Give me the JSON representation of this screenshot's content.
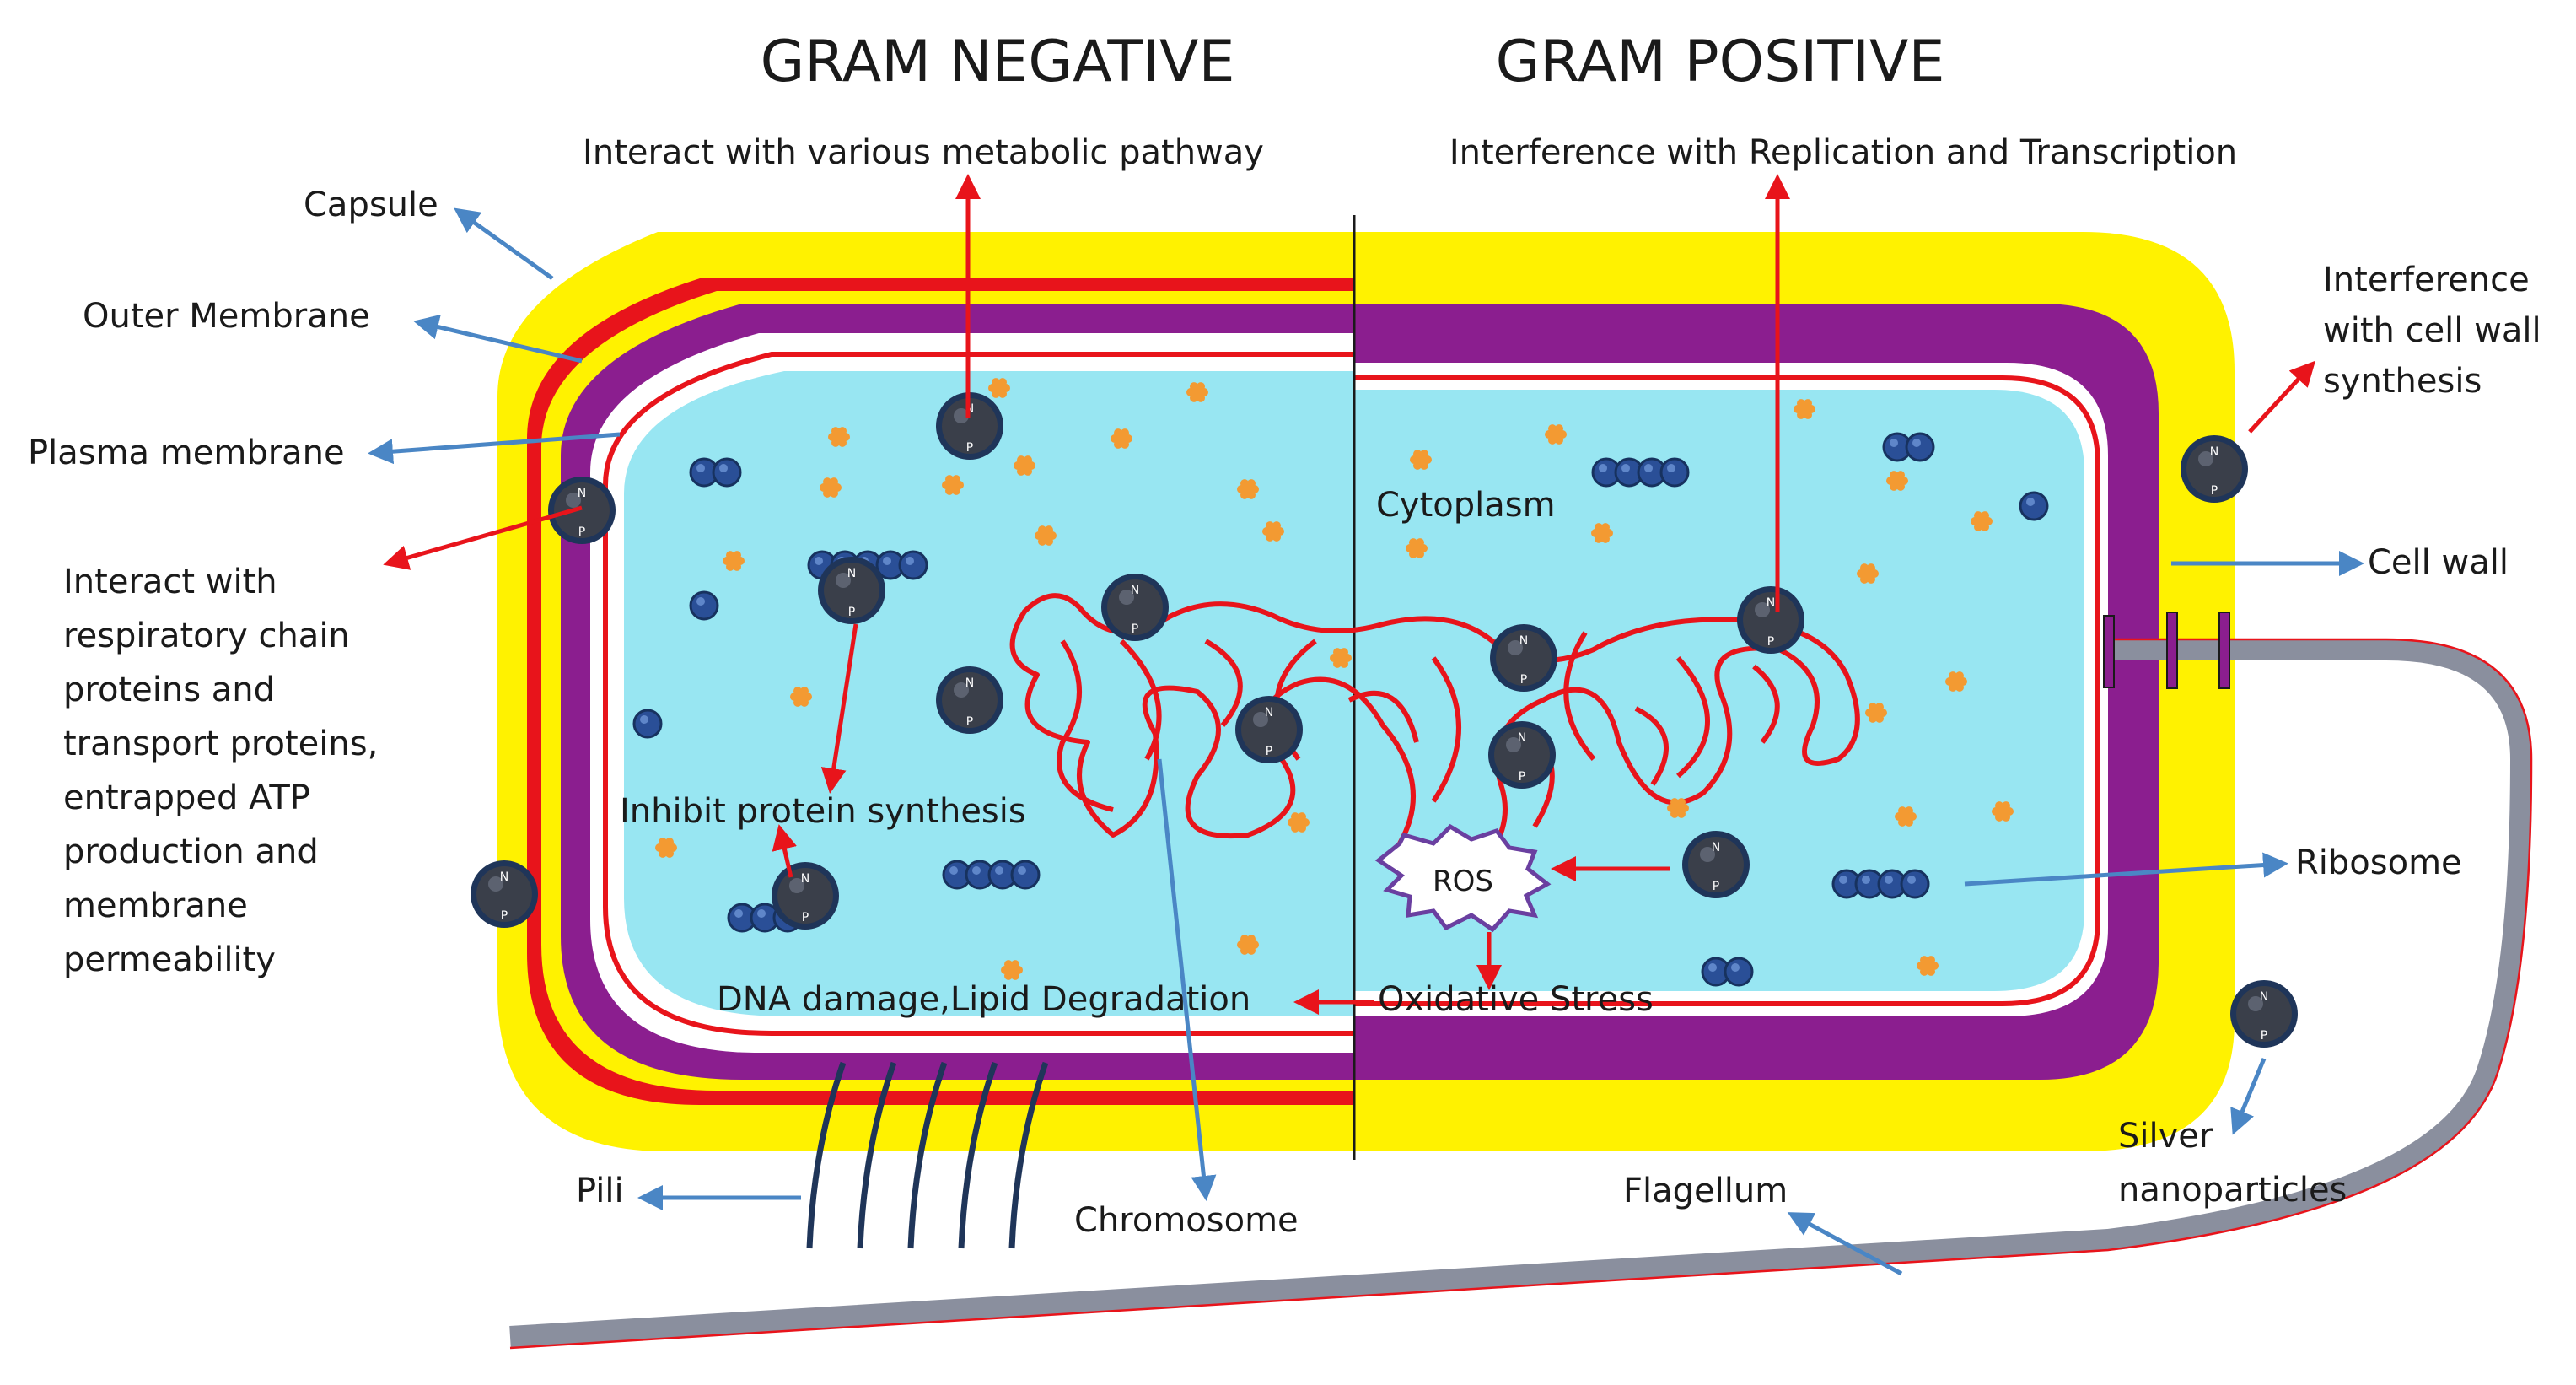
{
  "titles": {
    "gram_negative": "GRAM NEGATIVE",
    "gram_positive": "GRAM POSITIVE"
  },
  "effects": {
    "metabolic": "Interact with various metabolic pathway",
    "replication": "Interference with Replication and Transcription",
    "cell_wall_synthesis": [
      "Interference",
      "with cell wall",
      "synthesis"
    ],
    "respiratory": [
      "Interact with",
      "respiratory chain",
      "proteins and",
      "transport proteins,",
      "entrapped ATP",
      "production and",
      "membrane",
      "permeability"
    ],
    "protein_synthesis": "Inhibit protein synthesis",
    "dna_damage": "DNA damage,Lipid  Degradation",
    "oxidative_stress": "Oxidative Stress",
    "ros": "ROS"
  },
  "structures": {
    "capsule": "Capsule",
    "outer_membrane": "Outer Membrane",
    "plasma_membrane": "Plasma membrane",
    "cytoplasm": "Cytoplasm",
    "cell_wall": "Cell wall",
    "ribosome": "Ribosome",
    "silver_np": [
      "Silver",
      "nanoparticles"
    ],
    "pili": "Pili",
    "chromosome": "Chromosome",
    "flagellum": "Flagellum"
  },
  "np_letters": {
    "top": "N",
    "bottom": "P"
  },
  "colors": {
    "capsule": "#fff200",
    "outer_membrane": "#e8141b",
    "cell_wall": "#8b1e8f",
    "cytoplasm": "#98e6f2",
    "arrow_red": "#e8141b",
    "arrow_blue": "#4a86c5",
    "nanoparticle": "#3a3f4a",
    "ribosome": "#2a4f97",
    "granule": "#f39a32",
    "flagellum": "#8a8f9e"
  }
}
